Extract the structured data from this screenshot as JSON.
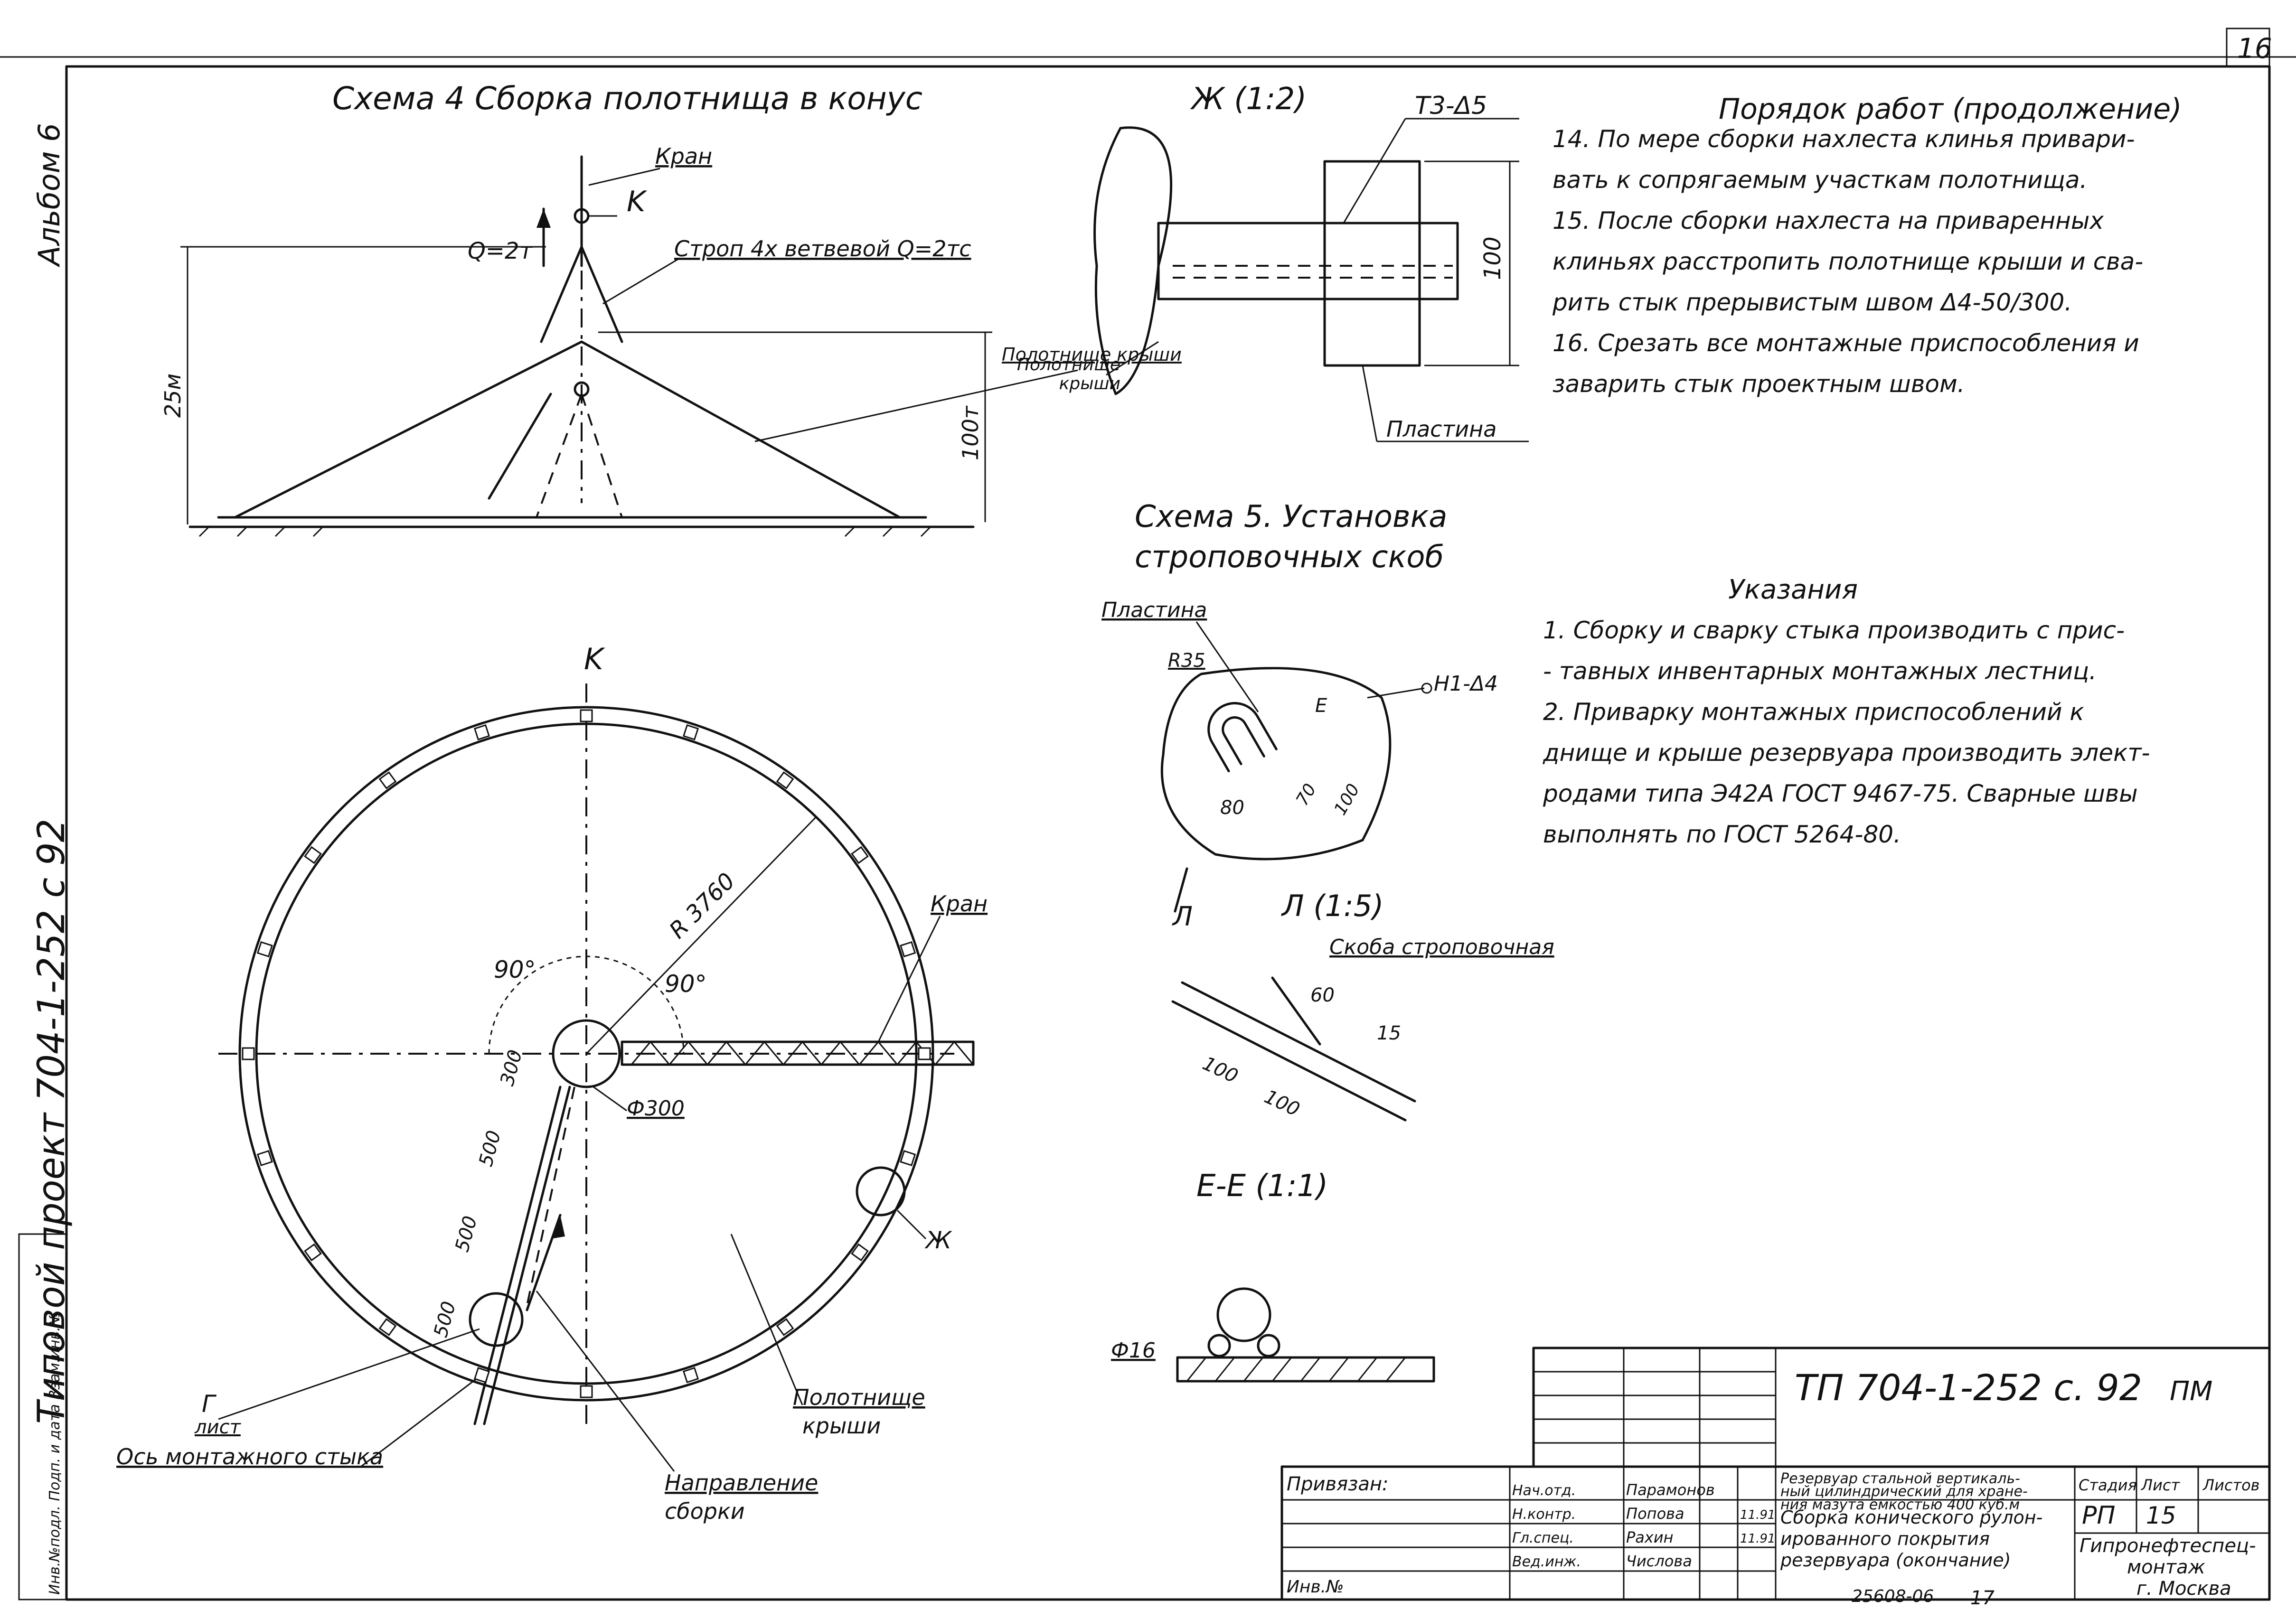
{
  "sheet": {
    "number_top": "16"
  },
  "album": "Альбом 6",
  "project_vertical": "Типовой проект 704-1-252 с 92",
  "side_stamp": "Инв.№подл. Подп. и дата Взам.инв.№",
  "scheme4": {
    "title": "Схема 4 Сборка полотнища в конус",
    "crane": "Кран",
    "k_label": "K",
    "q_load": "Q=2т",
    "sling": "Строп 4х ветвевой Q=2тс",
    "height_25": "25м",
    "height_100": "100т",
    "cover_label": "Полотнище крыши"
  },
  "plan_view": {
    "k_label": "K",
    "radius": "R 3760",
    "angle_left": "90°",
    "angle_right": "90°",
    "crane": "Кран",
    "diameter": "Ф300",
    "dims": [
      "300",
      "500",
      "500",
      "500"
    ],
    "zh_label": "Ж",
    "g_label": "Г",
    "g_sub": "лист",
    "joint_axis": "Ось монтажного стыка",
    "assembly_dir_1": "Направление",
    "assembly_dir_2": "сборки",
    "cover_1": "Полотнище",
    "cover_2": "крыши"
  },
  "detail_zh": {
    "title": "Ж (1:2)",
    "weld": "Т3-Δ5",
    "dim_100": "100",
    "cover_1": "Полотнище",
    "cover_2": "крыши",
    "plate": "Пластина"
  },
  "scheme5": {
    "title_1": "Схема 5. Установка",
    "title_2": "строповочных скоб",
    "plate": "Пластина",
    "r35": "R35",
    "weld": "Н1-Δ4",
    "e_label": "Е",
    "dim_80": "80",
    "dim_70": "70",
    "dim_100": "100"
  },
  "section_l": {
    "arrow_label": "Л",
    "title": "Л (1:5)",
    "bracket": "Скоба строповочная",
    "dim_60": "60",
    "dim_15": "15",
    "dim_100a": "100",
    "dim_100b": "100"
  },
  "section_e": {
    "title": "Е-Е (1:1)",
    "diam": "Ф16"
  },
  "work_order": {
    "title": "Порядок работ (продолжение)",
    "lines": [
      "14. По мере сборки нахлеста клинья привари-",
      "вать к сопрягаемым участкам полотнища.",
      "15. После сборки нахлеста на приваренных",
      "клиньях расстропить полотнище крыши и сва-",
      "рить стык прерывистым швом Δ4-50/300.",
      "16. Срезать все монтажные приспособления и",
      "заварить стык проектным швом."
    ]
  },
  "instructions": {
    "title": "Указания",
    "lines": [
      "1. Сборку и сварку стыка производить с прис-",
      "- тавных инвентарных монтажных лестниц.",
      "2. Приварку монтажных приспособлений к",
      "днище и крыше резервуара производить элект-",
      "родами типа Э42А ГОСТ 9467-75. Сварные швы",
      "выполнять по ГОСТ 5264-80."
    ]
  },
  "title_block": {
    "code": "ТП 704-1-252 с. 92",
    "pm": "ПМ",
    "bound": "Привязан:",
    "object": [
      "Резервуар стальной вертикаль-",
      "ный цилиндрический для хране-",
      "ния мазута емкостью 400 куб.м"
    ],
    "drawing": [
      "Сборка конического рулон-",
      "ированного покрытия",
      "резервуара (окончание)"
    ],
    "stage_h": "Стадия",
    "sheet_h": "Лист",
    "sheets_h": "Листов",
    "stage": "РП",
    "sheet": "15",
    "org": [
      "Гипронефтеспец-",
      "монтаж",
      "г. Москва"
    ],
    "roles": [
      "Нач.отд.",
      "Н.контр.",
      "Гл.спец.",
      "Вед.инж."
    ],
    "names": [
      "Парамонов",
      "Попова",
      "Рахин",
      "Числова"
    ],
    "dates": [
      "11.91",
      "11.91"
    ],
    "inv": "Инв.№",
    "order": "25608-06",
    "page": "17"
  }
}
